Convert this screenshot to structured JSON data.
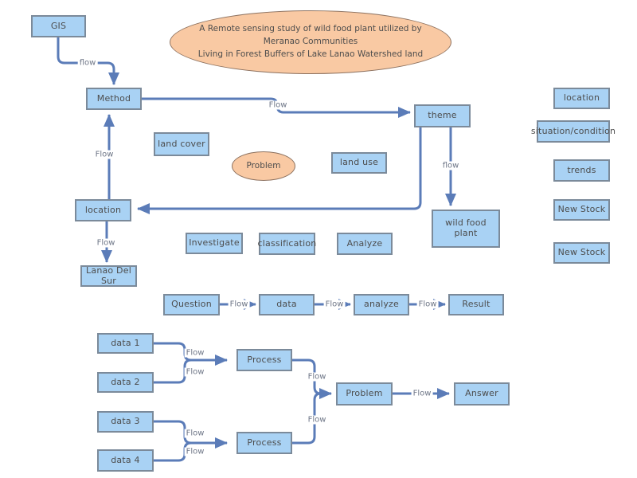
{
  "colors": {
    "node_fill": "#a9d2f4",
    "node_border": "#7b8a9a",
    "node_text": "#4d4d4d",
    "ellipse_fill": "#f9c9a3",
    "ellipse_border": "#8d7260",
    "connector": "#5b7cb8",
    "flow_label_text": "#6e7687",
    "canvas_bg": "#ffffff"
  },
  "title_ellipse": {
    "line1": "A Remote sensing study of wild food plant utilized by Meranao Communities",
    "line2": "Living in Forest Buffers of Lake Lanao Watershed land"
  },
  "nodes": {
    "gis": "GIS",
    "method": "Method",
    "theme": "theme",
    "land_cover": "land cover",
    "problem_ellipse": "Problem",
    "land_use": "land use",
    "location": "location",
    "lanao_del_sur": "Lanao Del Sur",
    "investigate": "Investigate",
    "classification": "classification",
    "analyze": "Analyze",
    "wild_food_plant": "wild food plant",
    "right_location": "location",
    "situation_condition": "situation/condition",
    "trends": "trends",
    "new_stock_1": "New Stock",
    "new_stock_2": "New Stock",
    "question": "Question",
    "data": "data",
    "analyze2": "analyze",
    "result": "Result",
    "data1": "data 1",
    "data2": "data 2",
    "data3": "data 3",
    "data4": "data 4",
    "process1": "Process",
    "process2": "Process",
    "problem": "Problem",
    "answer": "Answer"
  },
  "flow_labels": {
    "gis_method": "flow",
    "method_theme": "Flow",
    "location_method": "Flow",
    "theme_wild_food": "flow",
    "location_lanao": "Flow",
    "question_data": "Flow",
    "data_analyze": "Flow",
    "analyze_result": "Flow",
    "data1_merge": "Flow",
    "data2_merge": "Flow",
    "data3_merge": "Flow",
    "data4_merge": "Flow",
    "process1_out": "Flow",
    "process2_out": "Flow",
    "problem_answer": "Flow"
  }
}
